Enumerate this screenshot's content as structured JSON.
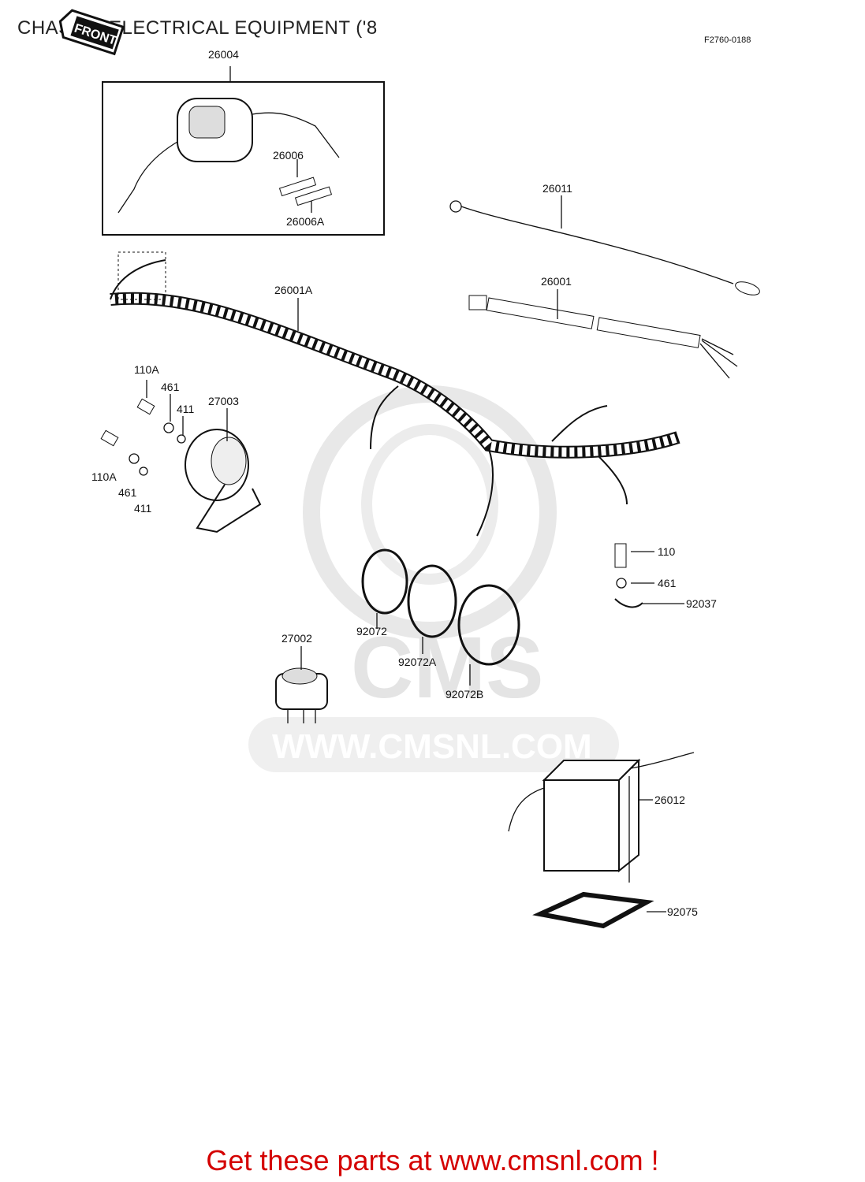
{
  "page": {
    "title": "CHASSIS ELECTRICAL EQUIPMENT ('8",
    "diagram_code": "F2760-0188",
    "front_sign": "FRONT",
    "watermark_site": "WWW.CMSNL.COM",
    "watermark_logo": "CMS",
    "footer": "Get these parts at www.cmsnl.com !"
  },
  "parts": [
    {
      "id": "p26004",
      "label": "26004"
    },
    {
      "id": "p26006",
      "label": "26006"
    },
    {
      "id": "p26006A",
      "label": "26006A"
    },
    {
      "id": "p26011",
      "label": "26011"
    },
    {
      "id": "p26001A",
      "label": "26001A"
    },
    {
      "id": "p26001",
      "label": "26001"
    },
    {
      "id": "p110A_top",
      "label": "110A"
    },
    {
      "id": "p461_top",
      "label": "461"
    },
    {
      "id": "p411_top",
      "label": "411"
    },
    {
      "id": "p27003",
      "label": "27003"
    },
    {
      "id": "p110A_bot",
      "label": "110A"
    },
    {
      "id": "p461_bot",
      "label": "461"
    },
    {
      "id": "p411_bot",
      "label": "411"
    },
    {
      "id": "p110",
      "label": "110"
    },
    {
      "id": "p461_r",
      "label": "461"
    },
    {
      "id": "p92037",
      "label": "92037"
    },
    {
      "id": "p92072",
      "label": "92072"
    },
    {
      "id": "p92072A",
      "label": "92072A"
    },
    {
      "id": "p92072B",
      "label": "92072B"
    },
    {
      "id": "p27002",
      "label": "27002"
    },
    {
      "id": "p26012",
      "label": "26012"
    },
    {
      "id": "p92075",
      "label": "92075"
    }
  ],
  "colors": {
    "footer": "#d40000",
    "ink": "#111111",
    "watermark": "#e4e4e4"
  }
}
